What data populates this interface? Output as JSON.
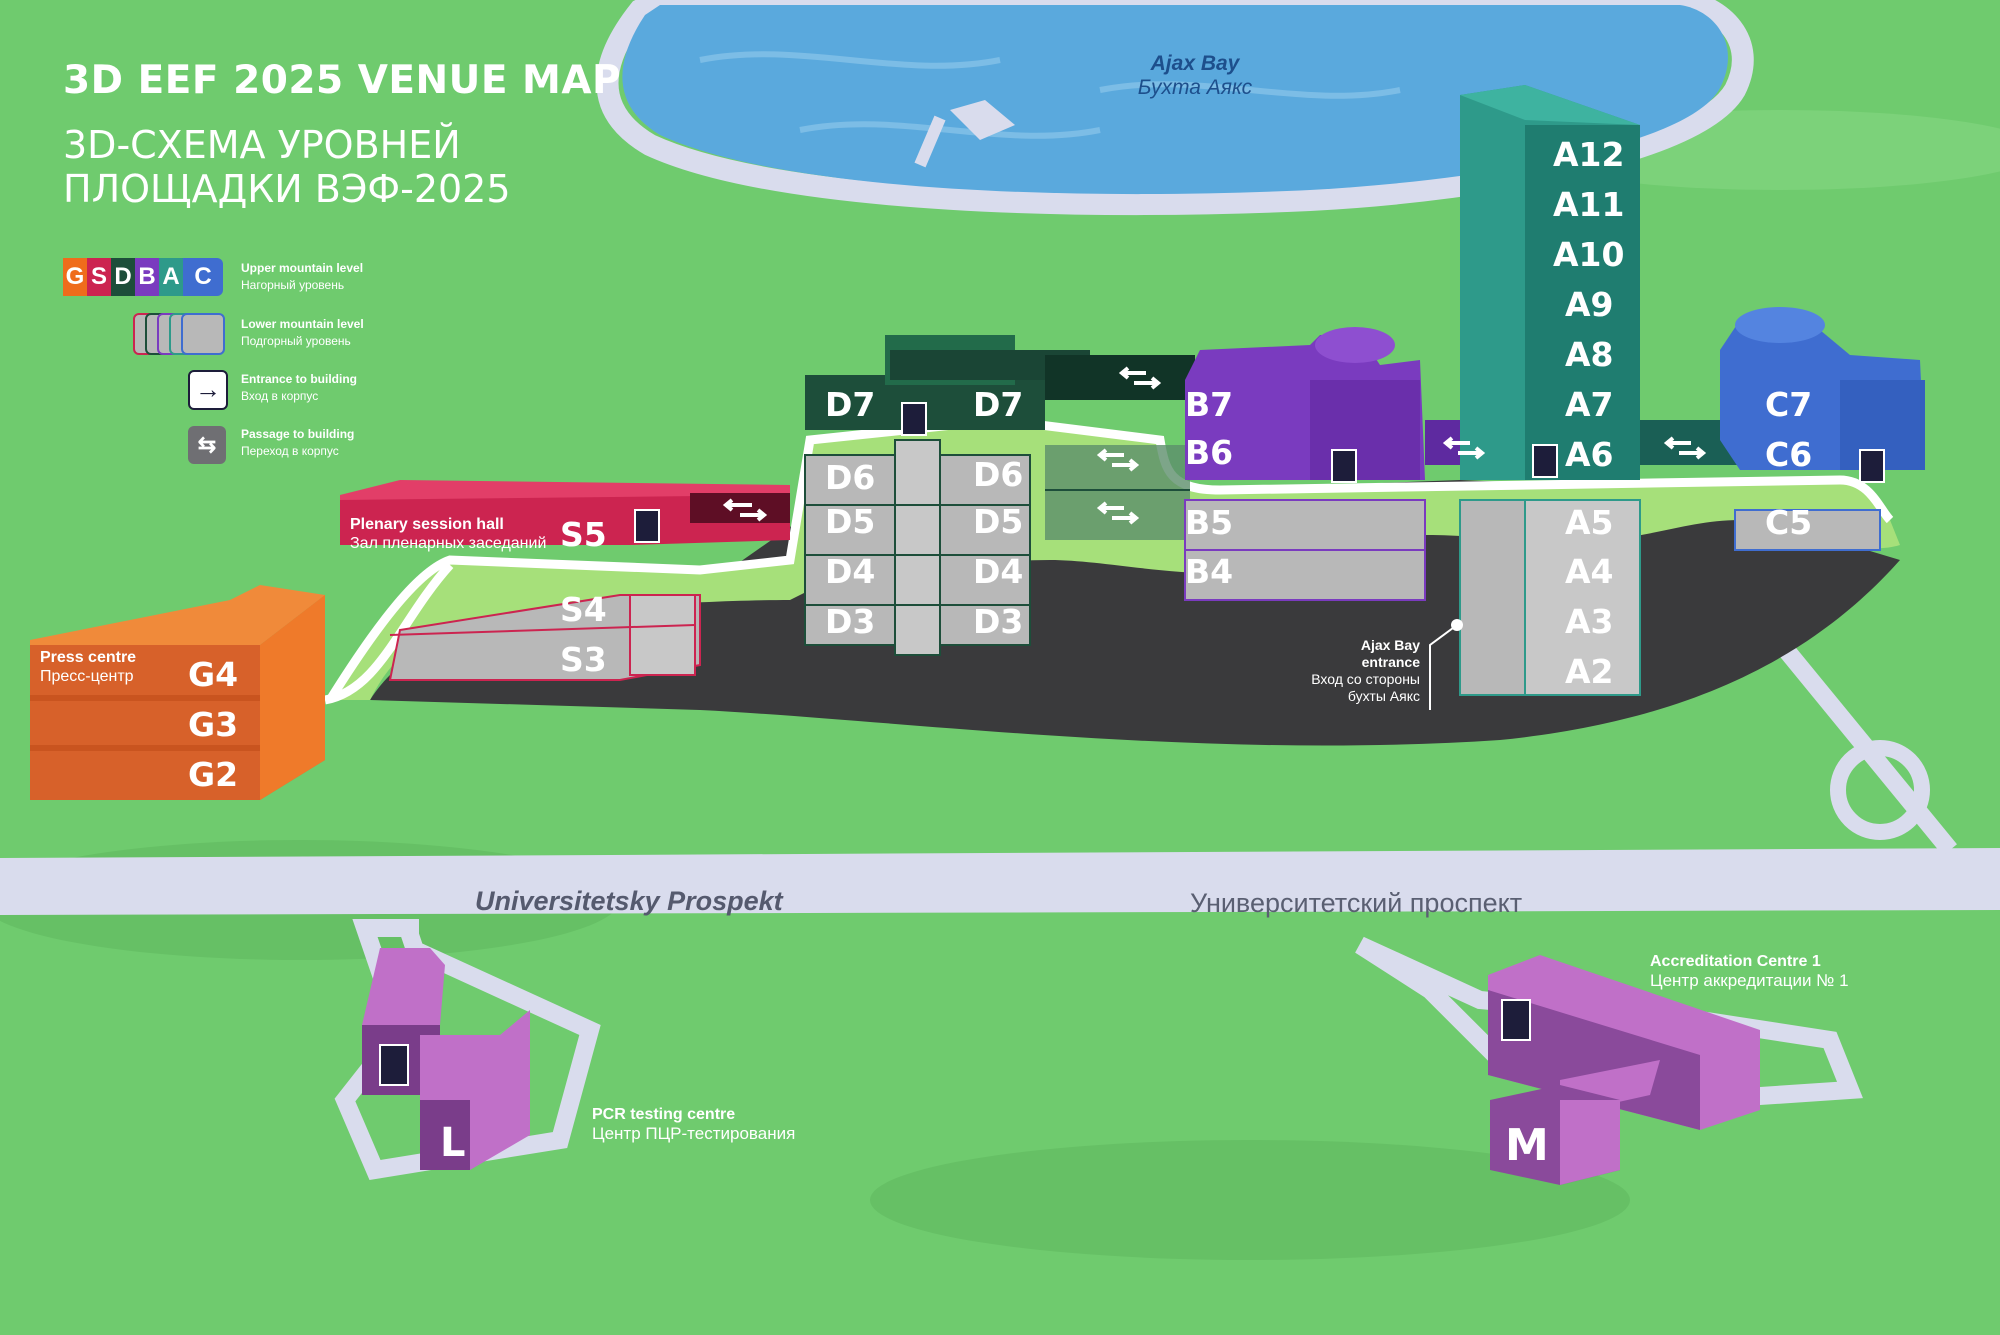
{
  "title": {
    "en": "3D EEF 2025 VENUE MAP",
    "ru": "3D-СХЕМА УРОВНЕЙ ПЛОЩАДКИ ВЭФ-2025"
  },
  "legend": {
    "upper_letters": [
      "G",
      "S",
      "D",
      "B",
      "A",
      "C"
    ],
    "upper_letter_colors": [
      "#ef6c1c",
      "#cc2450",
      "#1d4e3a",
      "#7a3bbf",
      "#2e9a8a",
      "#3f6dd0"
    ],
    "upper_en": "Upper mountain level",
    "upper_ru": "Нагорный уровень",
    "lower_en": "Lower mountain level",
    "lower_ru": "Подгорный уровень",
    "entrance_en": "Entrance to building",
    "entrance_ru": "Вход в корпус",
    "passage_en": "Passage to building",
    "passage_ru": "Переход в корпус"
  },
  "bay": {
    "en": "Ajax Bay",
    "ru": "Бухта Аякс"
  },
  "buildings": {
    "G": [
      "G4",
      "G3",
      "G2"
    ],
    "S": [
      "S5",
      "S4",
      "S3"
    ],
    "D_left": [
      "D7",
      "D6",
      "D5",
      "D4",
      "D3"
    ],
    "D_right": [
      "D7",
      "D6",
      "D5",
      "D4",
      "D3"
    ],
    "B": [
      "B7",
      "B6",
      "B5",
      "B4"
    ],
    "A": [
      "A12",
      "A11",
      "A10",
      "A9",
      "A8",
      "A7",
      "A6",
      "A5",
      "A4",
      "A3",
      "A2"
    ],
    "C": [
      "C7",
      "C6",
      "C5"
    ],
    "L": "L",
    "M": "M"
  },
  "captions": {
    "press_en": "Press centre",
    "press_ru": "Пресс-центр",
    "plenary_en": "Plenary session hall",
    "plenary_ru": "Зал пленарных заседаний",
    "ajax_entrance_en1": "Ajax Bay",
    "ajax_entrance_en2": "entrance",
    "ajax_entrance_ru1": "Вход со стороны",
    "ajax_entrance_ru2": "бухты Аякс",
    "pcr_en": "PCR testing centre",
    "pcr_ru": "Центр ПЦР-тестирования",
    "accr_en": "Accreditation Centre 1",
    "accr_ru": "Центр аккредитации № 1"
  },
  "roads": {
    "en": "Universitetsky Prospekt",
    "ru": "Университетский проспект"
  },
  "colors": {
    "grass": "#6fcb6e",
    "road": "#d9dced",
    "water": "#5aa9dd",
    "G": "#e0662a",
    "S": "#cc2450",
    "D": "#1d4e3a",
    "B": "#7a3bbf",
    "A": "#2e9a8a",
    "C": "#3f6dd0",
    "lower": "#b8b8b8",
    "pink": "#c070c8"
  }
}
